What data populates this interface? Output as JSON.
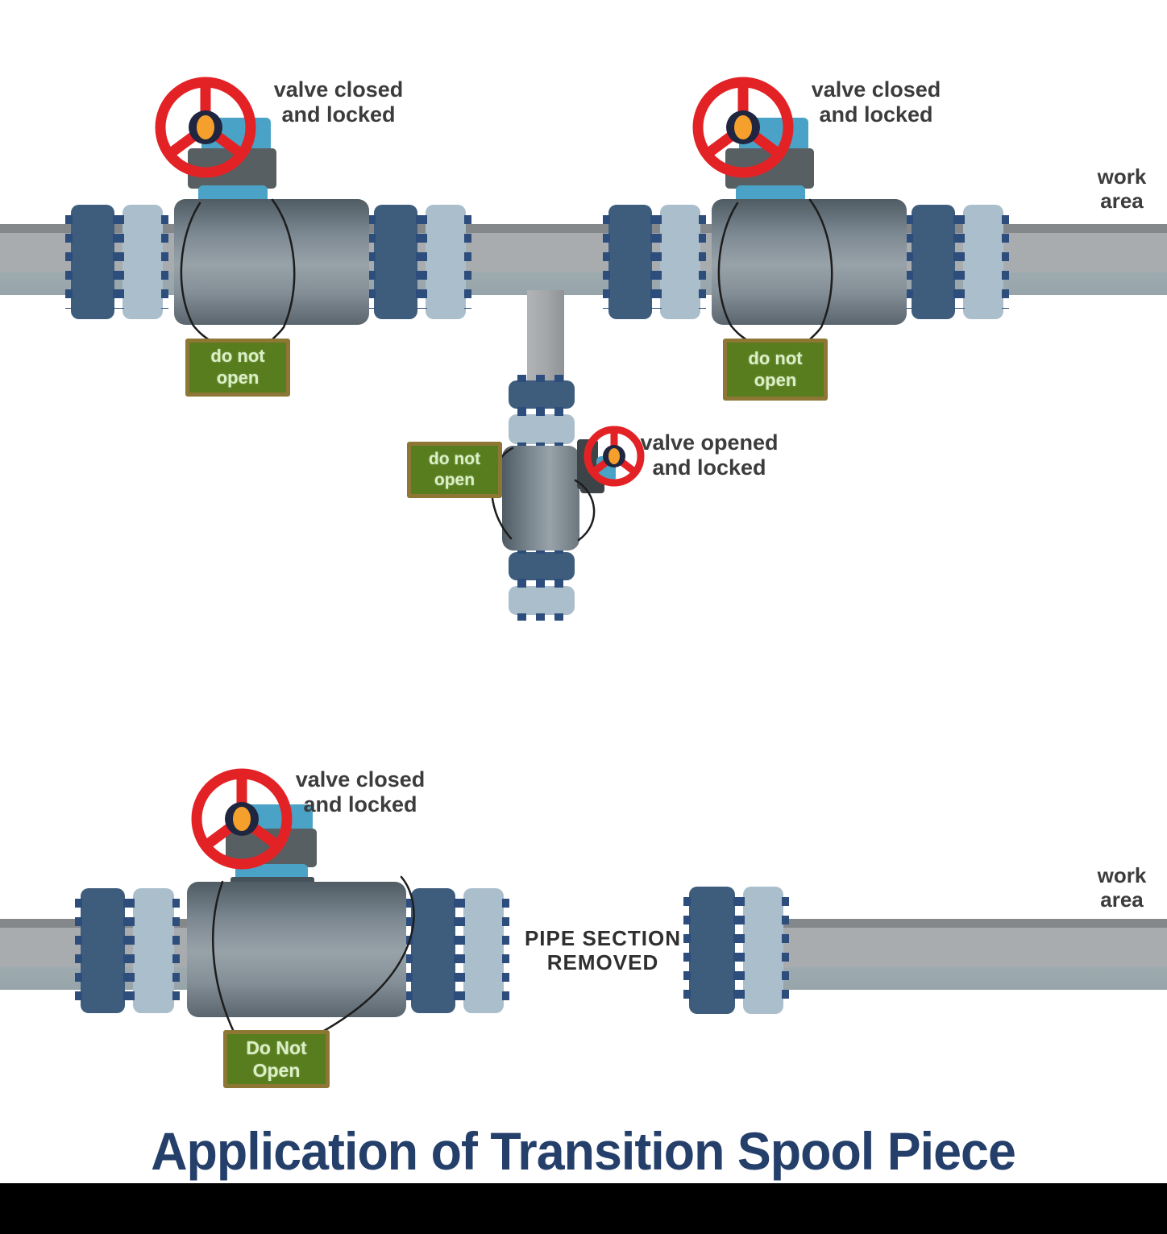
{
  "title": {
    "text": "Application of Transition Spool Piece"
  },
  "top_scene": {
    "left_valve": {
      "label": "valve closed\nand locked",
      "tag": "do not\nopen"
    },
    "right_valve": {
      "label": "valve closed\nand locked",
      "tag": "do not\nopen"
    },
    "branch_valve": {
      "label": "valve opened\nand locked",
      "tag": "do not\nopen"
    },
    "work_area": "work\narea"
  },
  "bottom_scene": {
    "valve": {
      "label": "valve closed\nand locked",
      "tag": "Do Not\nOpen"
    },
    "removed_note": "PIPE SECTION\nREMOVED",
    "work_area": "work\narea"
  },
  "colors": {
    "wheel_red": "#e32226",
    "hub_navy": "#20263f",
    "hub_orange": "#f5a02c",
    "bonnet_cyan": "#4aa3c6",
    "flange_dark": "#3e5d7d",
    "flange_light": "#abbecb",
    "bolt_navy": "#2d4d7c",
    "tag_green": "#577d1e",
    "tag_border": "#8e7634",
    "pipe_gray": "#a9acae",
    "title_navy": "#253f6b",
    "wire_black": "#1d1d1d"
  }
}
